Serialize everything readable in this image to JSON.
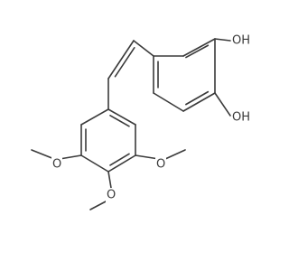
{
  "molecule": {
    "labels": {
      "oh_top": "OH",
      "oh_bottom": "OH",
      "ome_left": "O",
      "ome_bottom": "O",
      "ome_right": "O"
    }
  }
}
